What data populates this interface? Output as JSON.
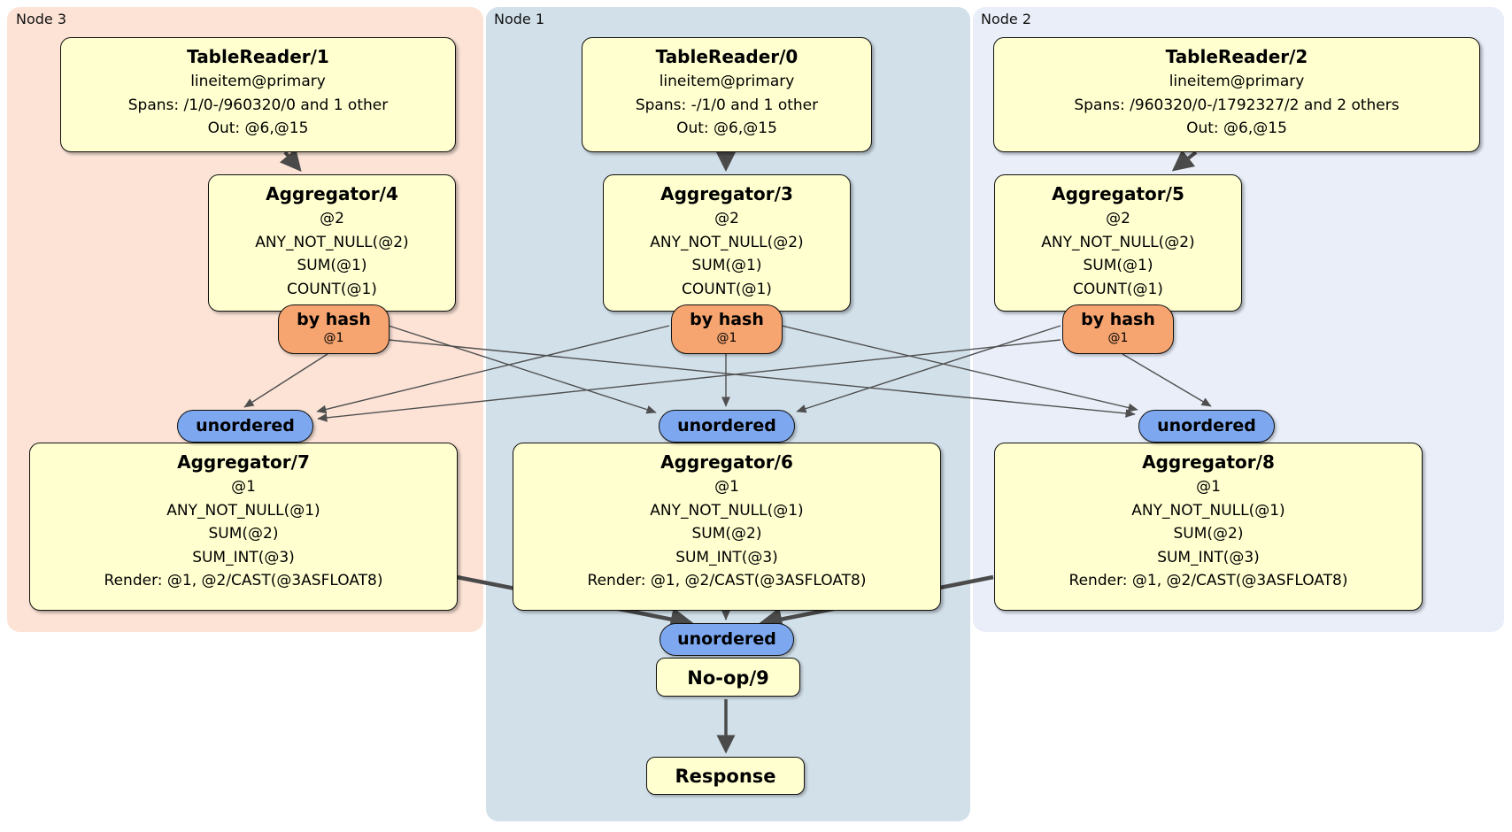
{
  "diagram_title": "distributed SQL physical plan",
  "nodes": [
    {
      "label": "Node 3",
      "table_reader": {
        "title": "TableReader/1",
        "lines": [
          "lineitem@primary",
          "Spans: /1/0-/960320/0 and 1 other",
          "Out: @6,@15"
        ]
      },
      "group_aggregator": {
        "title": "Aggregator/4",
        "lines": [
          "@2",
          "ANY_NOT_NULL(@2)",
          "SUM(@1)",
          "COUNT(@1)"
        ]
      },
      "router": {
        "label": "by hash",
        "key": "@1"
      },
      "inbound_stream": {
        "label": "unordered"
      },
      "final_aggregator": {
        "title": "Aggregator/7",
        "lines": [
          "@1",
          "ANY_NOT_NULL(@1)",
          "SUM(@2)",
          "SUM_INT(@3)",
          "Render: @1, @2/CAST(@3ASFLOAT8)"
        ]
      }
    },
    {
      "label": "Node 1",
      "table_reader": {
        "title": "TableReader/0",
        "lines": [
          "lineitem@primary",
          "Spans: -/1/0 and 1 other",
          "Out: @6,@15"
        ]
      },
      "group_aggregator": {
        "title": "Aggregator/3",
        "lines": [
          "@2",
          "ANY_NOT_NULL(@2)",
          "SUM(@1)",
          "COUNT(@1)"
        ]
      },
      "router": {
        "label": "by hash",
        "key": "@1"
      },
      "inbound_stream": {
        "label": "unordered"
      },
      "final_aggregator": {
        "title": "Aggregator/6",
        "lines": [
          "@1",
          "ANY_NOT_NULL(@1)",
          "SUM(@2)",
          "SUM_INT(@3)",
          "Render: @1, @2/CAST(@3ASFLOAT8)"
        ]
      }
    },
    {
      "label": "Node 2",
      "table_reader": {
        "title": "TableReader/2",
        "lines": [
          "lineitem@primary",
          "Spans: /960320/0-/1792327/2 and 2 others",
          "Out: @6,@15"
        ]
      },
      "group_aggregator": {
        "title": "Aggregator/5",
        "lines": [
          "@2",
          "ANY_NOT_NULL(@2)",
          "SUM(@1)",
          "COUNT(@1)"
        ]
      },
      "router": {
        "label": "by hash",
        "key": "@1"
      },
      "inbound_stream": {
        "label": "unordered"
      },
      "final_aggregator": {
        "title": "Aggregator/8",
        "lines": [
          "@1",
          "ANY_NOT_NULL(@1)",
          "SUM(@2)",
          "SUM_INT(@3)",
          "Render: @1, @2/CAST(@3ASFLOAT8)"
        ]
      }
    }
  ],
  "output": {
    "stream_label": "unordered",
    "noop_label": "No-op/9",
    "response_label": "Response"
  },
  "colors": {
    "node3_bg": "#fce3d6",
    "node1_bg": "#d2e0ea",
    "node2_bg": "#e9eef9",
    "processor_fill": "#ffffd0",
    "router_fill": "#f6a470",
    "stream_fill": "#7da8f0",
    "edge_color": "#4a4a4a"
  }
}
